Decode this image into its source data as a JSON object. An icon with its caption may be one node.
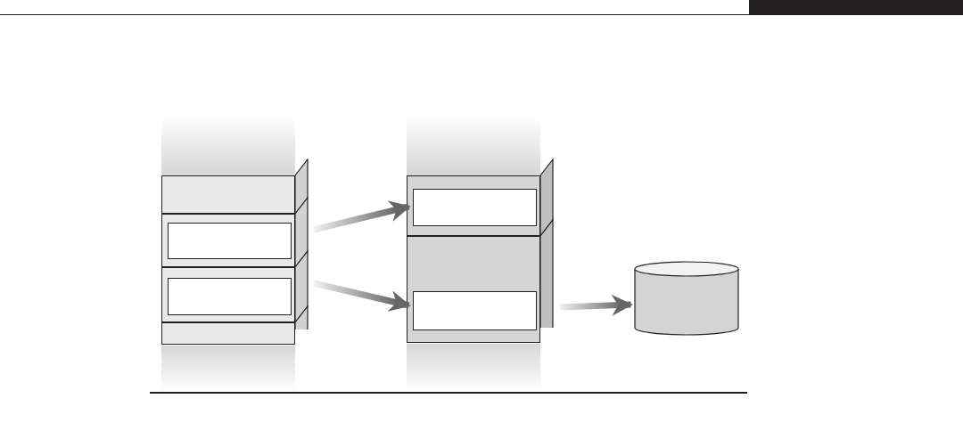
{
  "diagram": {
    "nodes": [
      {
        "text": [],
        "shape": "box"
      },
      {
        "text": [],
        "shape": "box"
      },
      {
        "text": [],
        "shape": "box",
        "in": 1
      },
      {
        "text": [],
        "shape": "box"
      },
      {
        "text": [],
        "shape": "box",
        "in": 3
      },
      {
        "text": [],
        "shape": "box"
      },
      {
        "text": [],
        "shape": "box"
      },
      {
        "text": [],
        "shape": "box",
        "in": 6
      },
      {
        "text": [],
        "shape": "box"
      },
      {
        "text": [],
        "shape": "box",
        "in": 8
      },
      {
        "text": [],
        "shape": "cylinder"
      },
      {
        "text": [],
        "shape": "bar"
      },
      {
        "text": [],
        "shape": "bar"
      },
      {
        "text": [],
        "shape": "bar"
      },
      {
        "text": [],
        "shape": "bar"
      }
    ],
    "edges": [
      {
        "from": 1,
        "to": 7,
        "arrow": "to",
        "style": "thick"
      },
      {
        "from": 3,
        "to": 9,
        "arrow": "to",
        "style": "thick"
      },
      {
        "from": 8,
        "to": 10,
        "arrow": "to",
        "style": "thick"
      }
    ]
  }
}
